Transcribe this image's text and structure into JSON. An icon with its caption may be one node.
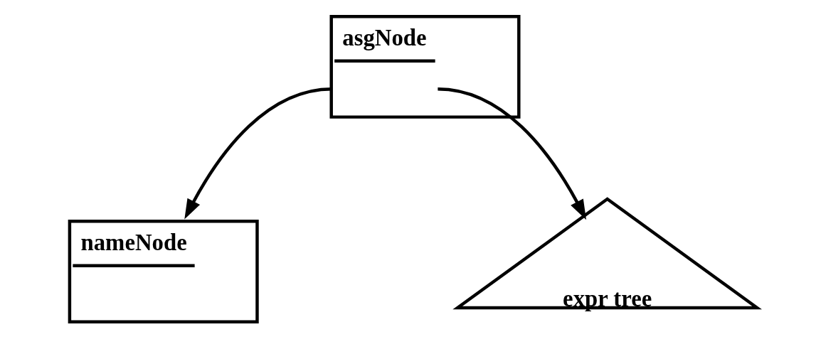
{
  "diagram": {
    "nodes": [
      {
        "text": [
          "asgNode"
        ]
      },
      {
        "text": [
          "nameNode"
        ]
      },
      {
        "text": [
          "expr tree"
        ]
      }
    ],
    "edges": [
      {
        "from": 0,
        "to": 1,
        "arrow": "to"
      },
      {
        "from": 0,
        "to": 2,
        "arrow": "to"
      }
    ]
  }
}
